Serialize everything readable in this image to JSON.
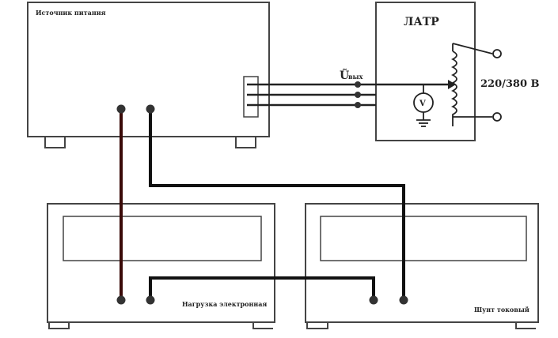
{
  "power_supply": {
    "label": "Источник питания"
  },
  "latr": {
    "label": "ЛАТР",
    "voltage_label": "220/380 В",
    "voltmeter_symbol": "V"
  },
  "output_voltage": {
    "symbol": "Ũ",
    "subscript": "вых"
  },
  "load": {
    "label": "Нагрузка электронная"
  },
  "shunt": {
    "label": "Шунт токовый"
  },
  "colors": {
    "wire_dark": "#111111",
    "wire_red": "#3a0a08",
    "outline": "#444444"
  }
}
